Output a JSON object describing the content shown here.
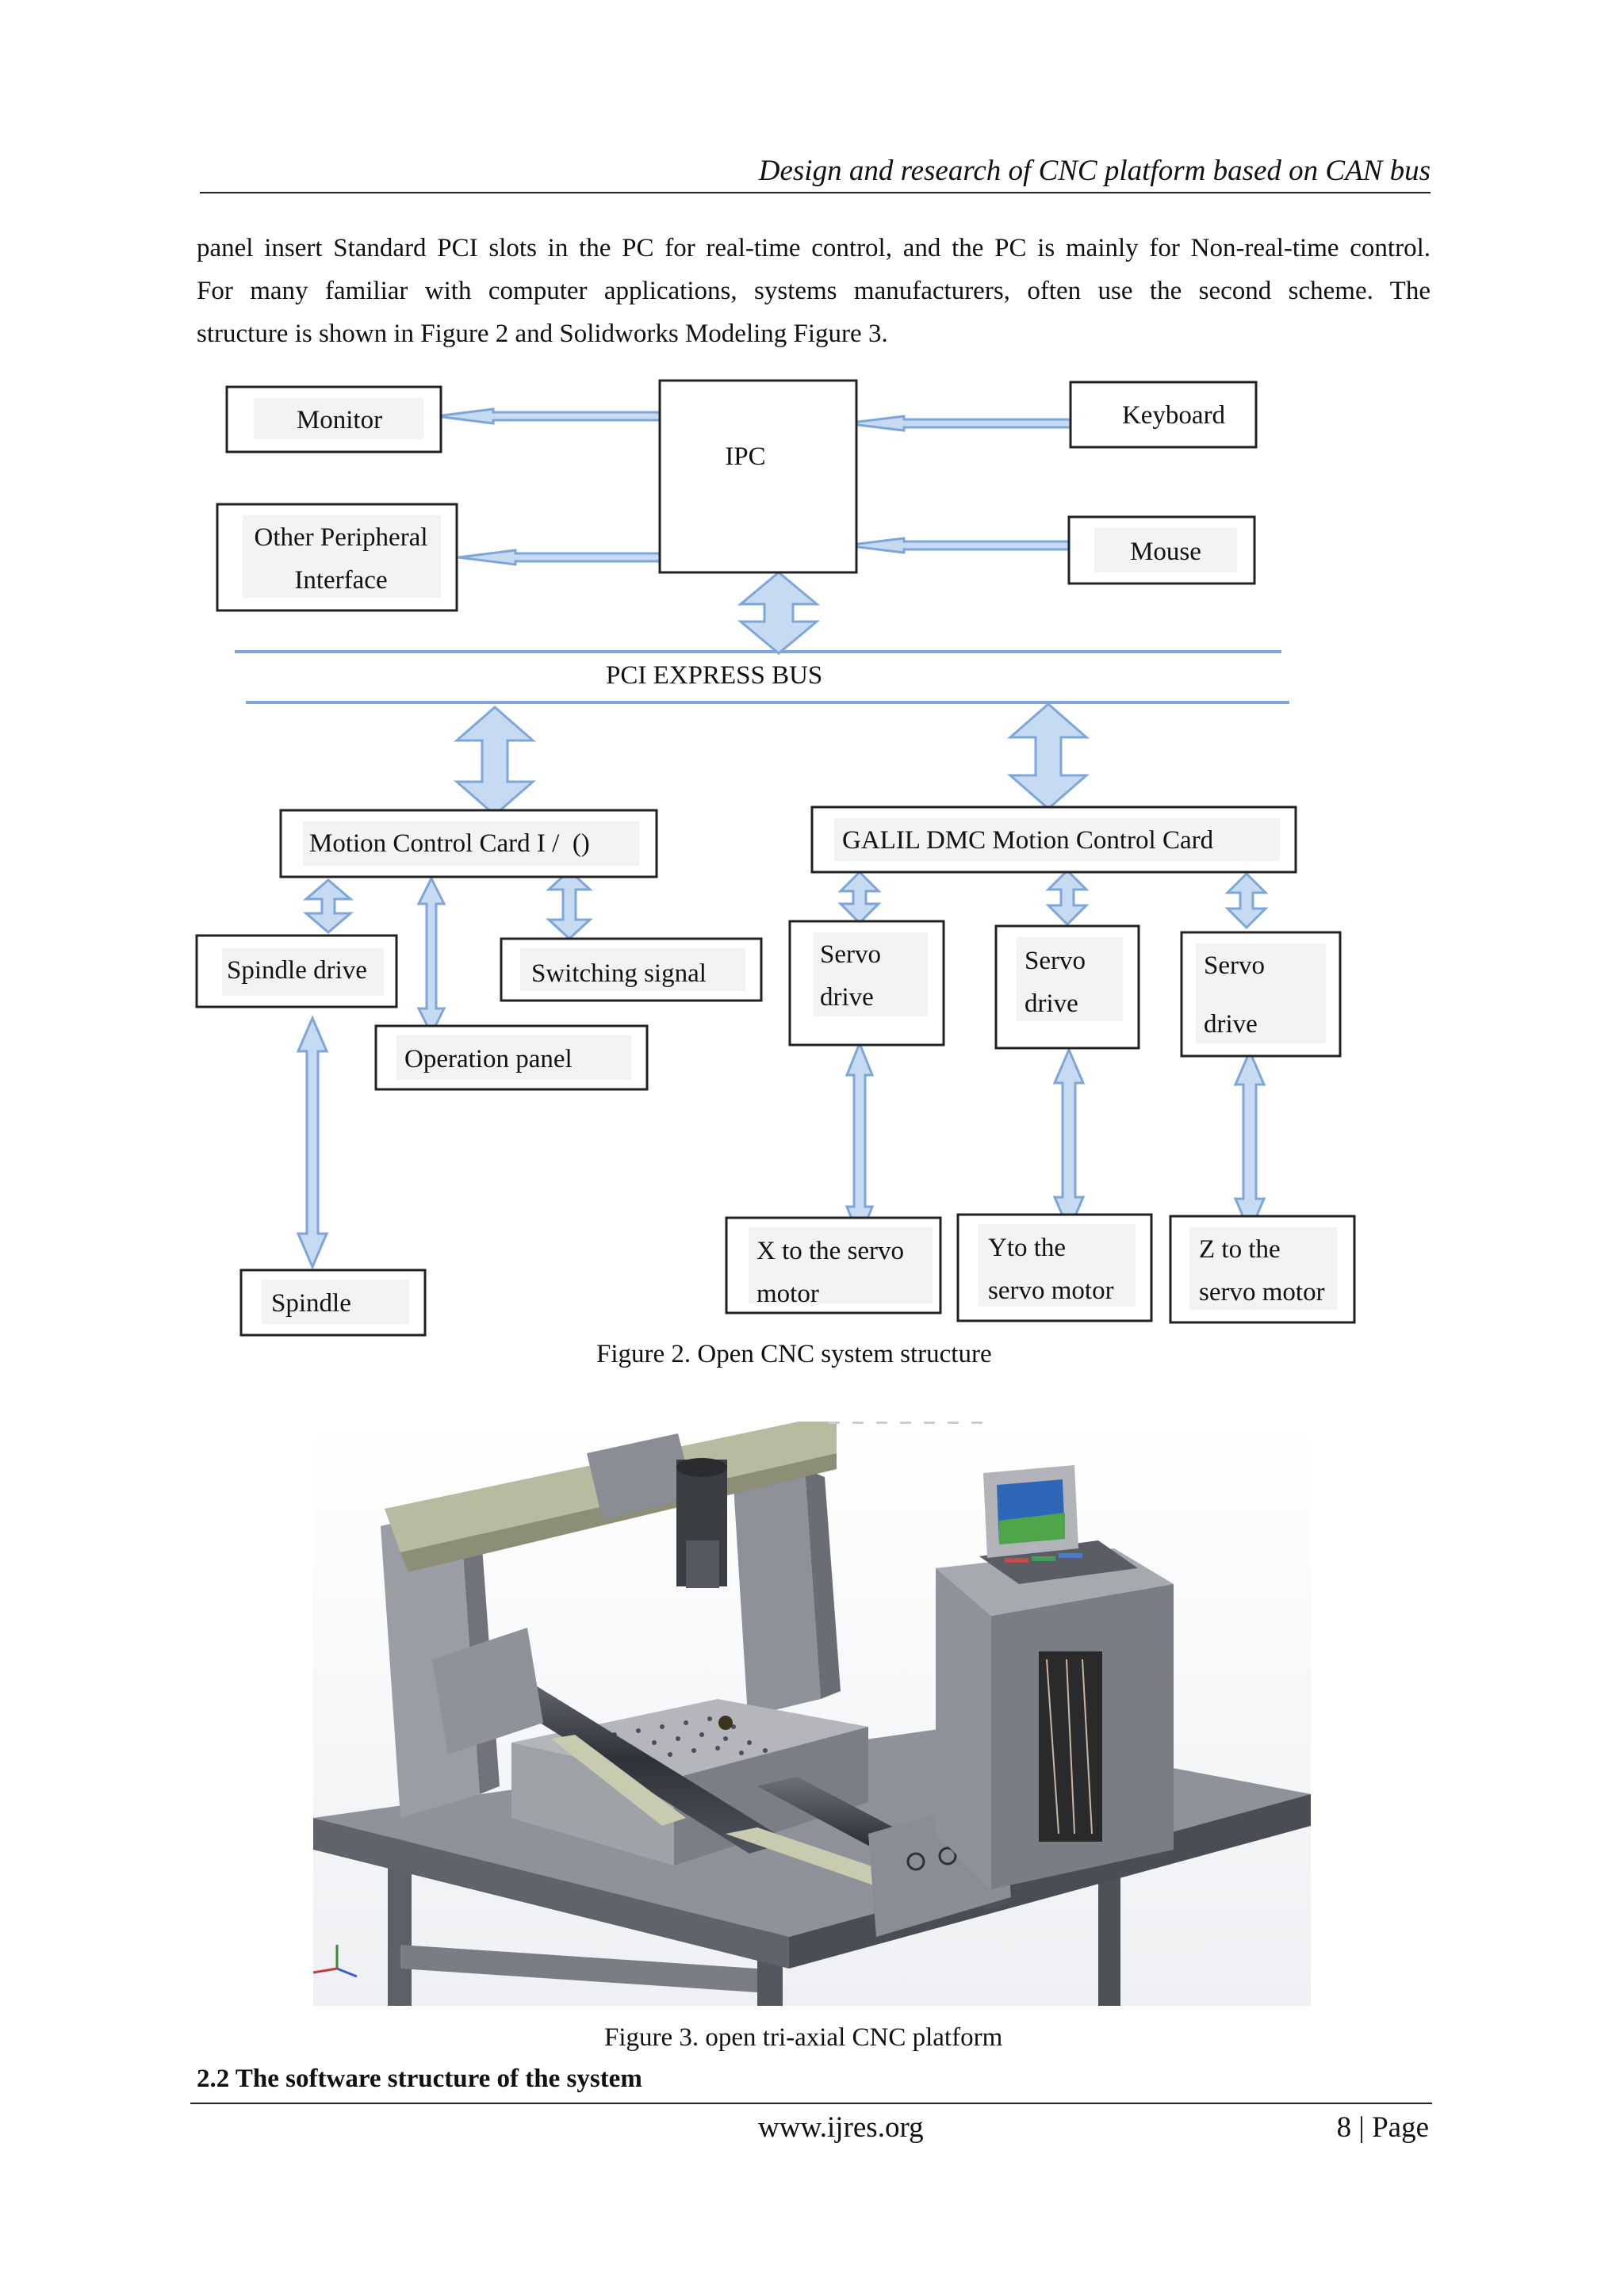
{
  "header": {
    "running_title": "Design and research of CNC platform based on CAN bus"
  },
  "body": {
    "intro_lines": [
      "panel insert Standard PCI slots in the PC for real-time control, and the PC is mainly for Non-real-time control.",
      "For many familiar with computer applications, systems manufacturers, often use the second scheme. The",
      "structure is shown in Figure 2 and    Solidworks Modeling Figure 3."
    ]
  },
  "figure2": {
    "caption": "Figure 2.    Open CNC system structure",
    "bus_label": "PCI    EXPRESS BUS",
    "nodes": {
      "ipc": "IPC",
      "monitor": "Monitor",
      "other_peripheral": [
        "Other Peripheral",
        "Interface"
      ],
      "keyboard": "Keyboard",
      "mouse": "Mouse",
      "motion_card_io": "Motion Control Card I /  ()",
      "galil_card": "GALIL DMC Motion Control   Card",
      "spindle_drive": "Spindle drive",
      "switching_signal": "Switching signal",
      "operation_panel": "Operation panel",
      "spindle": "Spindle",
      "servo_drive_x": [
        "Servo",
        "drive"
      ],
      "servo_drive_y": [
        "Servo",
        "drive"
      ],
      "servo_drive_z": [
        "Servo",
        "drive"
      ],
      "x_servo_motor": [
        "X to the servo",
        "motor"
      ],
      "y_servo_motor": [
        "Yto the",
        "servo motor"
      ],
      "z_servo_motor": [
        "Z to the",
        "servo motor"
      ]
    },
    "arrow_color": "#7ea6d8",
    "arrow_fill": "#c6daf1"
  },
  "figure3": {
    "caption": "Figure 3. open tri-axial CNC platform"
  },
  "section": {
    "heading": "2.2 The software structure of the system"
  },
  "footer": {
    "url": "www.ijres.org",
    "page": "8 | Page"
  }
}
